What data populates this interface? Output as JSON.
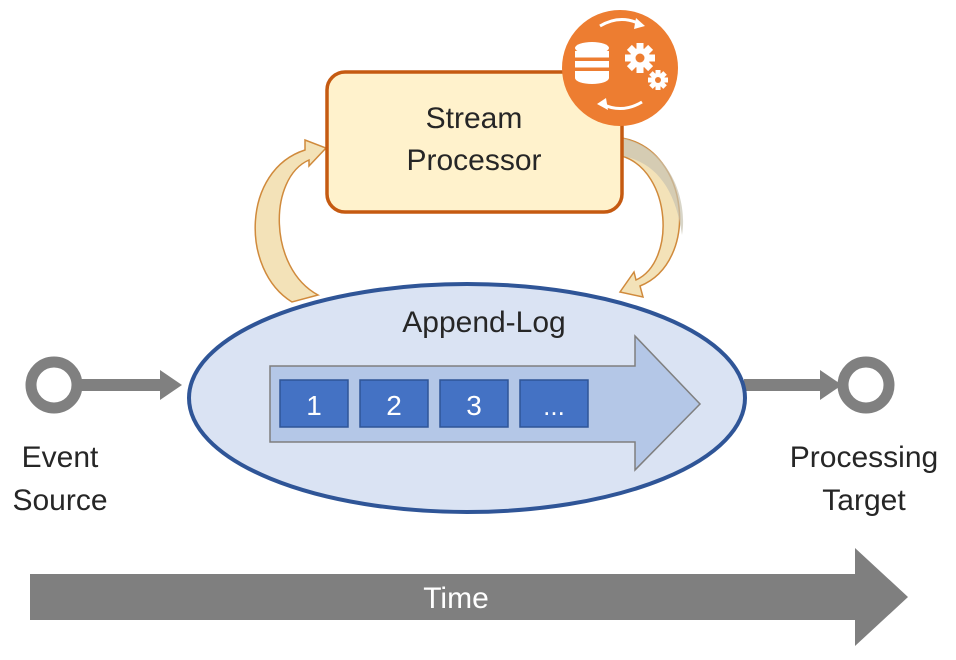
{
  "processor": {
    "label_line1": "Stream",
    "label_line2": "Processor",
    "fill": "#FFF2CC",
    "stroke": "#C55A11",
    "badge_icon": "database-gears-icon",
    "badge_color": "#ED7D31"
  },
  "log": {
    "title": "Append-Log",
    "fill": "#DAE3F3",
    "stroke": "#2F5597",
    "cells": [
      "1",
      "2",
      "3",
      "..."
    ],
    "cell_color": "#4472C4",
    "arrow_color": "#B4C7E7"
  },
  "source": {
    "line1": "Event",
    "line2": "Source"
  },
  "target": {
    "line1": "Processing",
    "line2": "Target"
  },
  "timeline": {
    "label": "Time",
    "color": "#7F7F7F"
  }
}
